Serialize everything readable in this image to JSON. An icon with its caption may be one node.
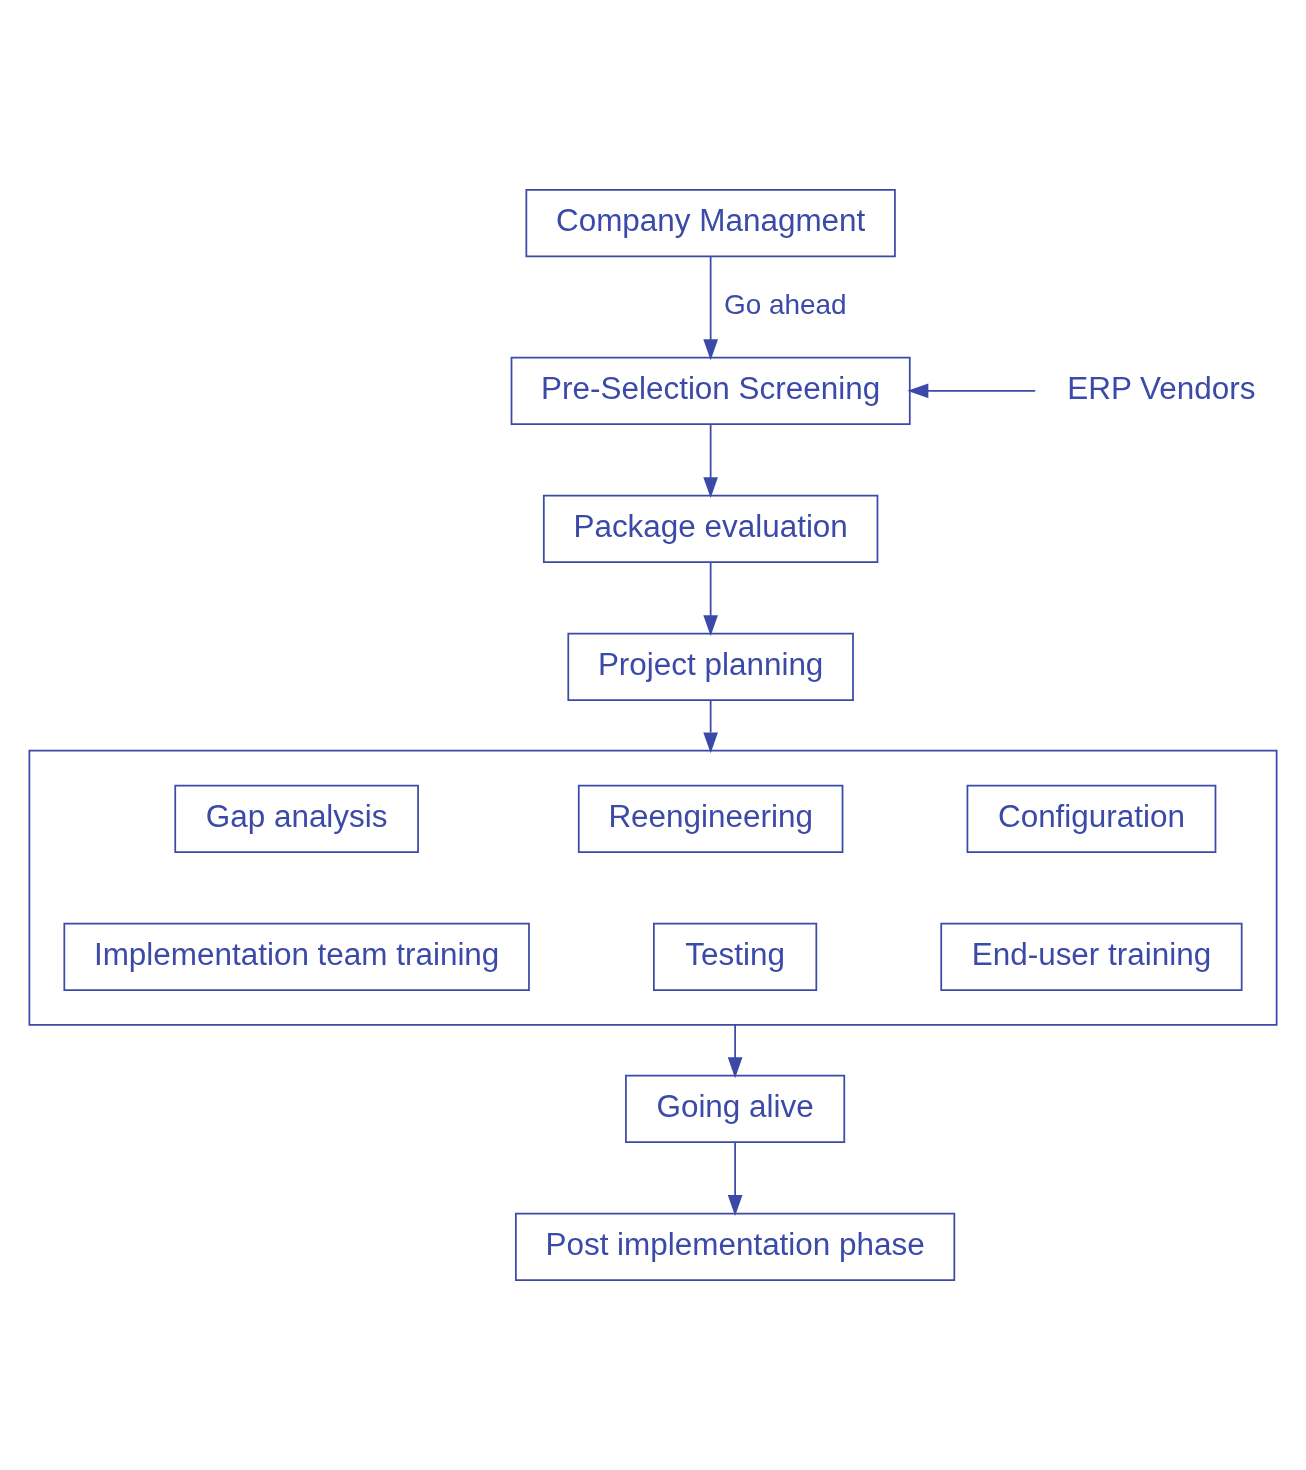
{
  "diagram": {
    "nodes": [
      {
        "text": [
          "Company Managment"
        ]
      },
      {
        "text": [
          "Pre-Selection Screening"
        ]
      },
      {
        "text": [
          "ERP Vendors"
        ]
      },
      {
        "text": [
          "Package evaluation"
        ]
      },
      {
        "text": [
          "Project planning"
        ]
      },
      {
        "text": [],
        "shape": "box"
      },
      {
        "text": [
          "Gap analysis"
        ],
        "in": 5
      },
      {
        "text": [
          "Reengineering"
        ],
        "in": 5
      },
      {
        "text": [
          "Configuration"
        ],
        "in": 5
      },
      {
        "text": [
          "Implementation team training"
        ],
        "in": 5
      },
      {
        "text": [
          "Testing"
        ],
        "in": 5
      },
      {
        "text": [
          "End-user training"
        ],
        "in": 5
      },
      {
        "text": [
          "Going alive"
        ]
      },
      {
        "text": [
          "Post implementation phase"
        ]
      }
    ],
    "edges": [
      {
        "from": 0,
        "to": 1,
        "arrow": "to",
        "label": "Go ahead"
      },
      {
        "from": 2,
        "to": 1,
        "arrow": "to"
      },
      {
        "from": 1,
        "to": 3,
        "arrow": "to"
      },
      {
        "from": 3,
        "to": 4,
        "arrow": "to"
      },
      {
        "from": 4,
        "to": 5,
        "arrow": "to"
      },
      {
        "from": 5,
        "to": 12,
        "arrow": "to"
      },
      {
        "from": 12,
        "to": 13,
        "arrow": "to"
      }
    ]
  }
}
